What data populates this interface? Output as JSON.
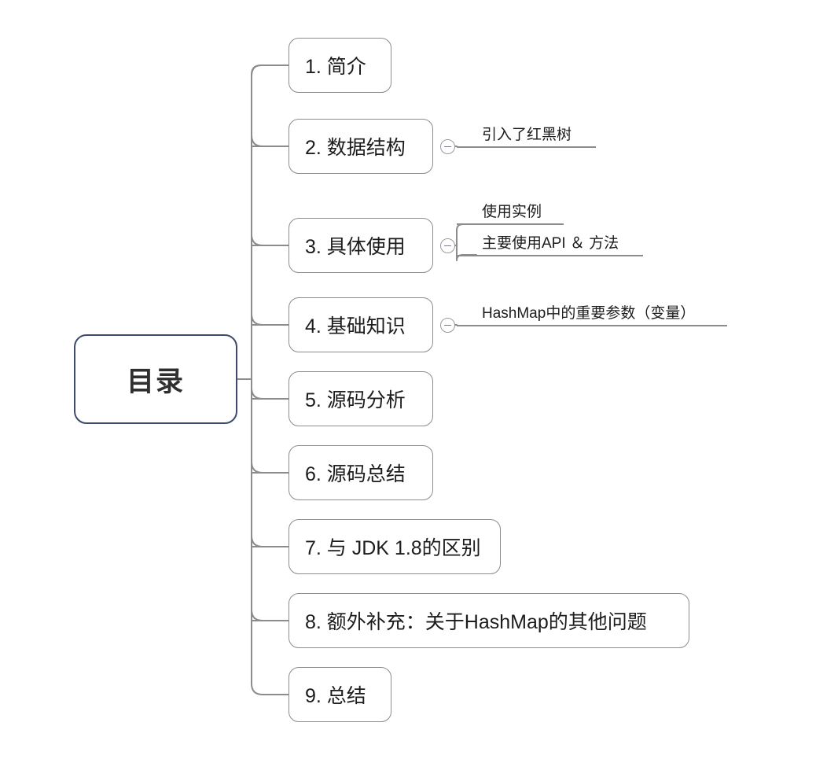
{
  "document": {
    "type": "mindmap",
    "title": "目录",
    "background_color": "#ffffff",
    "root_border_color": "#3d4a6b",
    "node_border_color": "#8c8c8c",
    "connector_color": "#8c8c8c",
    "text_color": "#1c1c1c"
  },
  "root": {
    "label": "目录"
  },
  "branches": [
    {
      "label": "1. 简介",
      "has_toggle": false,
      "children": []
    },
    {
      "label": "2. 数据结构",
      "has_toggle": true,
      "toggle_state": "expanded",
      "toggle_icon": "minus-circle-icon",
      "children": [
        {
          "label": "引入了红黑树"
        }
      ]
    },
    {
      "label": "3. 具体使用",
      "has_toggle": true,
      "toggle_state": "expanded",
      "toggle_icon": "minus-circle-icon",
      "children": [
        {
          "label": "使用实例"
        },
        {
          "label": "主要使用API ＆ 方法"
        }
      ]
    },
    {
      "label": "4. 基础知识",
      "has_toggle": true,
      "toggle_state": "expanded",
      "toggle_icon": "minus-circle-icon",
      "children": [
        {
          "label": "HashMap中的重要参数（变量）"
        }
      ]
    },
    {
      "label": "5. 源码分析",
      "has_toggle": false,
      "children": []
    },
    {
      "label": "6. 源码总结",
      "has_toggle": false,
      "children": []
    },
    {
      "label": "7. 与 JDK 1.8的区别",
      "has_toggle": false,
      "children": []
    },
    {
      "label": "8. 额外补充：关于HashMap的其他问题",
      "has_toggle": false,
      "children": []
    },
    {
      "label": "9. 总结",
      "has_toggle": false,
      "children": []
    }
  ]
}
